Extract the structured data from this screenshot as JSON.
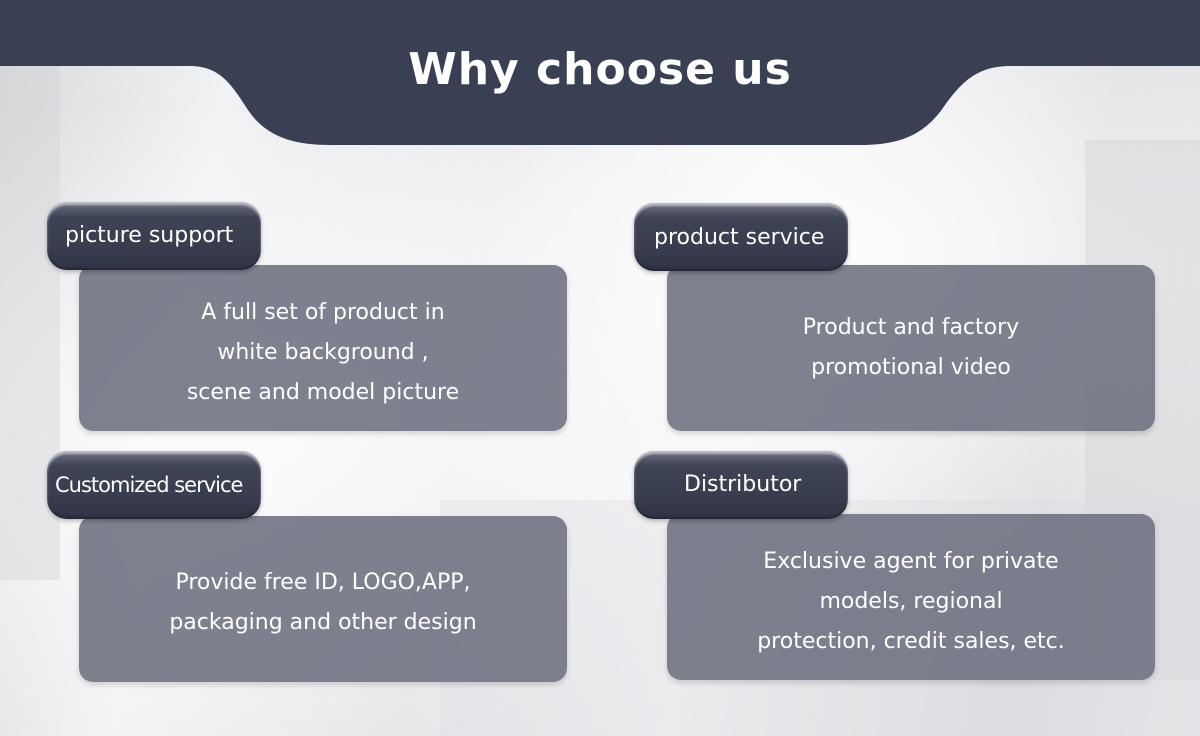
{
  "title": "Why choose us",
  "colors": {
    "header": "#3a4054",
    "card": "#6c707e",
    "pill": "#373c4e",
    "text": "#ffffff"
  },
  "cards": [
    {
      "label": "picture support",
      "lines": [
        "A full set of product in",
        "white background ,",
        "scene and model picture"
      ]
    },
    {
      "label": "product service",
      "lines": [
        "Product and factory",
        "promotional video"
      ]
    },
    {
      "label": "Customized service",
      "lines": [
        "Provide free ID, LOGO,APP,",
        "packaging and other design"
      ]
    },
    {
      "label": "Distributor",
      "lines": [
        "Exclusive agent for private",
        "models, regional",
        "protection, credit sales, etc."
      ]
    }
  ]
}
